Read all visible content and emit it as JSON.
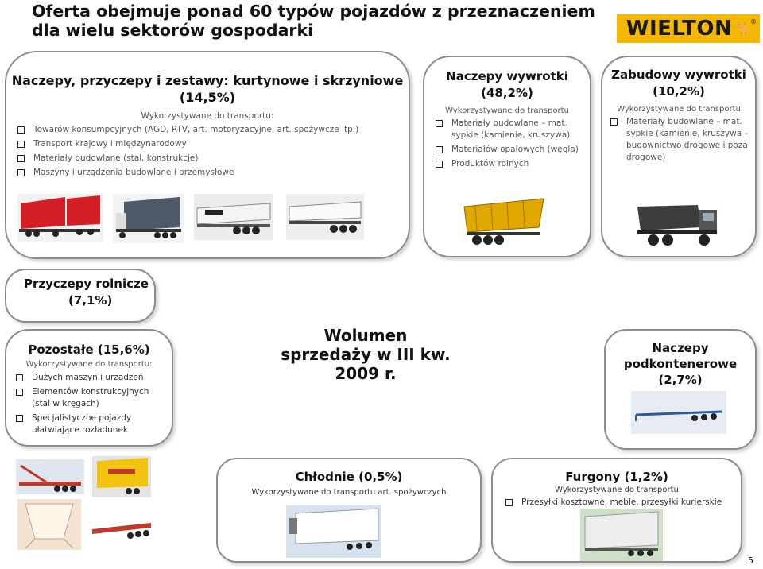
{
  "header": {
    "title": "Oferta obejmuje ponad 60 typów pojazdów z przeznaczeniem dla wielu sektorów gospodarki",
    "logo_text": "WIELTON"
  },
  "center_title": "Wolumen sprzedaży w III kw. 2009 r.",
  "sections": {
    "curtain": {
      "title": "Naczepy, przyczepy i zestawy: kurtynowe i skrzyniowe",
      "share": "(14,5%)",
      "subtitle": "Wykorzystywane do transportu:",
      "items": [
        "Towarów konsumpcyjnych (AGD, RTV, art. motoryzacyjne, art. spożywcze itp.)",
        "Transport krajowy i międzynarodowy",
        "Materiały budowlane (stal, konstrukcje)",
        "Maszyny i urządzenia budowlane i przemysłowe"
      ]
    },
    "tipper": {
      "title": "Naczepy wywrotki",
      "share": "(48,2%)",
      "subtitle": "Wykorzystywane do transportu",
      "items": [
        "Materiały budowlane – mat. sypkie (kamienie, kruszywa)",
        "Materiałów opałowych (węgla)",
        "Produktów rolnych"
      ]
    },
    "tipper_body": {
      "title": "Zabudowy wywrotki",
      "share": "(10,2%)",
      "subtitle": "Wykorzystywane do transportu",
      "items": [
        "Materiały budowlane – mat. sypkie (kamienie, kruszywa – budownictwo drogowe i poza drogowe)"
      ]
    },
    "agri": {
      "title": "Przyczepy  rolnicze",
      "share": "(7,1%)"
    },
    "other": {
      "title": "Pozostałe (15,6%)",
      "subtitle": "Wykorzystywane do transportu:",
      "items": [
        "Dużych maszyn i urządzeń",
        "Elementów konstrukcyjnych (stal w kręgach)",
        "Specjalistyczne pojazdy ułatwiające rozładunek"
      ]
    },
    "container": {
      "title": "Naczepy podkontenerowe",
      "share": "(2,7%)"
    },
    "reefer": {
      "title": "Chłodnie (0,5%)",
      "subtitle": "Wykorzystywane do transportu art. spożywczych"
    },
    "van": {
      "title": "Furgony (1,2%)",
      "subtitle": "Wykorzystywane do transportu",
      "items": [
        "Przesyłki kosztowne, meble, przesyłki kurierskie"
      ]
    }
  },
  "page_number": "5",
  "colors": {
    "logo_bg": "#f5b800",
    "bubble_border": "#8c8c8c",
    "tipper_yellow": "#e0a800"
  }
}
